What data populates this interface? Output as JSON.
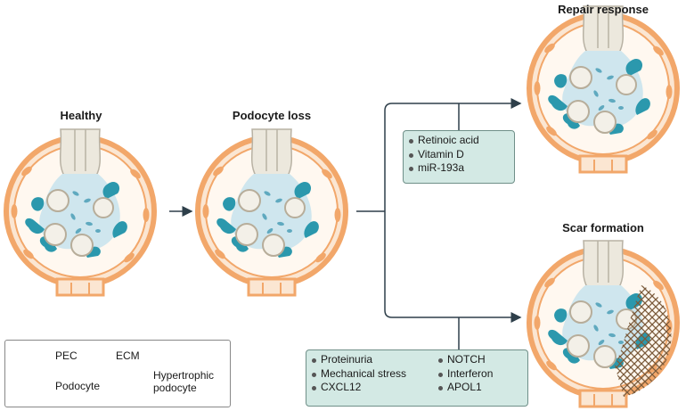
{
  "stages": {
    "healthy": "Healthy",
    "podocyte_loss": "Podocyte loss",
    "repair_response": "Repair response",
    "scar_formation": "Scar formation"
  },
  "repair_factors": [
    "Retinoic acid",
    "Vitamin D",
    "miR-193a"
  ],
  "scar_factors_left": [
    "Proteinuria",
    "Mechanical stress",
    "CXCL12"
  ],
  "scar_factors_right": [
    "NOTCH",
    "Interferon",
    "APOL1"
  ],
  "legend": {
    "pec": "PEC",
    "ecm": "ECM",
    "podocyte": "Podocyte",
    "hypertrophic_line1": "Hypertrophic",
    "hypertrophic_line2": "podocyte"
  },
  "colors": {
    "capsule": "#f2a76a",
    "capsule_fill": "#fbe6d2",
    "podocyte": "#2b98ad",
    "podocyte_light": "#8fc9d6",
    "mesangium": "#cfe6ee",
    "capillary": "#f3f0e8",
    "arrow": "#2e3f4a",
    "box": "#d3e9e4"
  }
}
